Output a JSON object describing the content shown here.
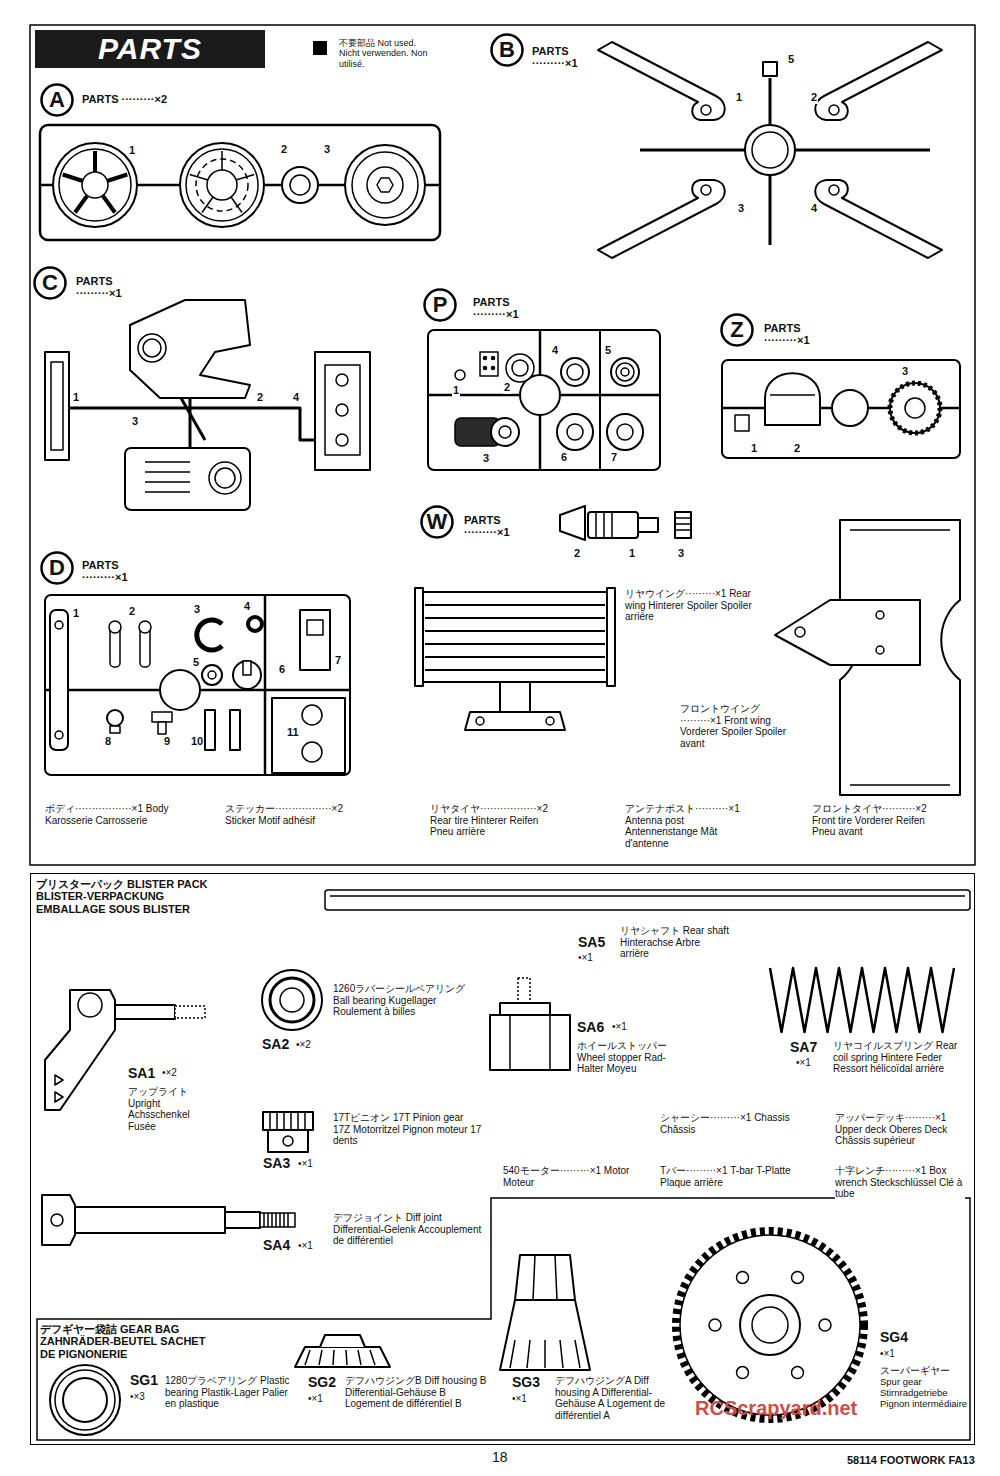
{
  "diagram": {
    "nodes": [
      {
        "text": [
          "PARTS"
        ]
      },
      {
        "text": [
          "A"
        ]
      },
      {
        "text": [
          "B"
        ]
      },
      {
        "text": [
          "C"
        ]
      },
      {
        "text": [
          "P"
        ]
      },
      {
        "text": [
          "Z"
        ]
      },
      {
        "text": [
          "W"
        ]
      },
      {
        "text": [
          "D"
        ]
      },
      {
        "text": [
          "ブリスターパック BLISTER PACK BLISTER-VERPACKUNG EMBALLAGE SOUS BLISTER"
        ]
      },
      {
        "text": [
          "デフギヤー袋詰 GEAR BAG ZAHNRÄDER-BEUTEL SACHET DE PIGNONERIE"
        ],
        "in": 8
      }
    ],
    "labels": [
      "PARTS ·········×2",
      "1",
      "2",
      "3",
      "PARTS ·········×1",
      "1",
      "2",
      "3",
      "4",
      "5",
      "PARTS ·········×1",
      "1",
      "2",
      "3",
      "4",
      "PARTS ·········×1",
      "1",
      "2",
      "3",
      "4",
      "5",
      "6",
      "7",
      "PARTS ·········×1",
      "1",
      "2",
      "3",
      "PARTS ·········×1",
      "2",
      "1",
      "3",
      "PARTS ·········×1",
      "1",
      "2",
      "3",
      "4",
      "5",
      "6",
      "7",
      "8",
      "9",
      "10",
      "11",
      "リヤウイング·········×1 Rear wing Hinterer Spoiler Spoiler arrière",
      "フロントウイング·········×1 Front wing Vorderer Spoiler Spoiler avant",
      "ボディ·················×1 Body Karosserie Carrosserie",
      "ステッカー·················×2 Sticker Motif adhésif",
      "リヤタイヤ·················×2 Rear tire Hinterer Reifen Pneu arrière",
      "アンテナポスト··········×1 Antenna post Antennenstange Mât d'antenne",
      "フロントタイヤ··········×2 Front tire Vorderer Reifen Pneu avant",
      "SA5",
      "•×1",
      "リヤシャフト Rear shaft Hinterachse Arbre arrière",
      "SA1",
      "•×2",
      "アップライト Upright Achsschenkel Fusée",
      "SA2",
      "•×2",
      "1260ラバーシールベアリング Ball bearing Kugellager Roulement à billes",
      "SA6",
      "•×1",
      "ホイールストッパー Wheel stopper Rad-Halter Moyeu",
      "SA7",
      "•×1",
      "リヤコイルスプリング Rear coil spring Hintere Feder Ressort hélicoïdal arrière",
      "SA3",
      "•×1",
      "17Tピニオン 17T Pinion gear 17Z Motorritzel Pignon moteur 17 dents",
      "シャーシー·········×1 Chassis Châssis",
      "アッパーデッキ·········×1 Upper deck Oberes Deck Châssis supérieur",
      "540モーター·········×1 Motor Moteur",
      "Tバー·········×1 T-bar T-Platte Plaque arrière",
      "十字レンチ·········×1 Box wrench Steckschlüssel Clé à tube",
      "SA4",
      "•×1",
      "デフジョイント Diff joint Differential-Gelenk Accouplement de différentiel",
      "SG1",
      "•×3",
      "1280プラベアリング Plastic bearing Plastik-Lager Palier en plastique",
      "SG2",
      "•×1",
      "デフハウジングB Diff housing B Differential-Gehäuse B Logement de différentiel B",
      "SG3",
      "•×1",
      "デフハウジングA Diff housing A Differential-Gehäuse A Logement de différentiel A",
      "SG4",
      "•×1",
      "スーパーギヤー Spur gear Stirnradgetriebe Pignon intermédiaire",
      "18",
      "58114 FOOTWORK FA13",
      "RCScrapyard.net"
    ],
    "legend": [
      {
        "text": "不要部品 Not used. Nicht verwenden. Non utilisé.",
        "color": "#000000"
      }
    ]
  }
}
